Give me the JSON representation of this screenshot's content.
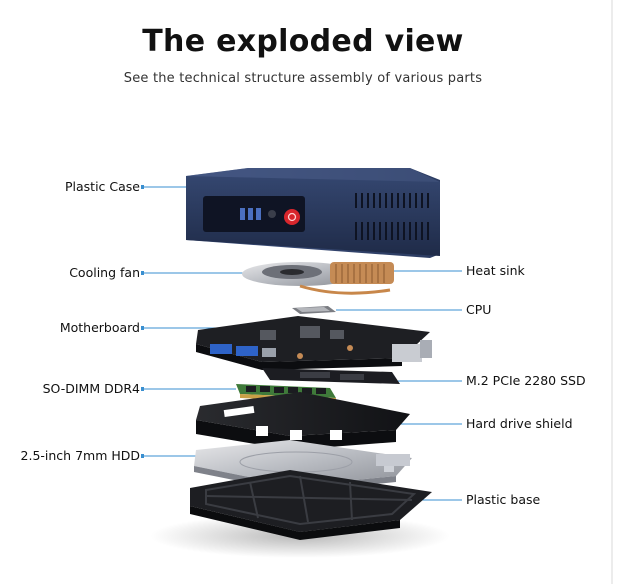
{
  "header": {
    "title": "The exploded view",
    "subtitle": "See the technical structure assembly of various parts"
  },
  "labels_left": [
    "Plastic Case",
    "Cooling fan",
    "Motherboard",
    "SO-DIMM DDR4",
    "2.5-inch 7mm HDD"
  ],
  "labels_right": [
    "Heat sink",
    "CPU",
    "M.2 PCIe 2280 SSD",
    "Hard drive shield",
    "Plastic base"
  ],
  "colors": {
    "case_blue": "#2f3f66",
    "leader_line": "#3a8fd0",
    "power_button": "#d8262c",
    "pcb": "#1e1f23",
    "ram_green": "#3f7a3a"
  }
}
